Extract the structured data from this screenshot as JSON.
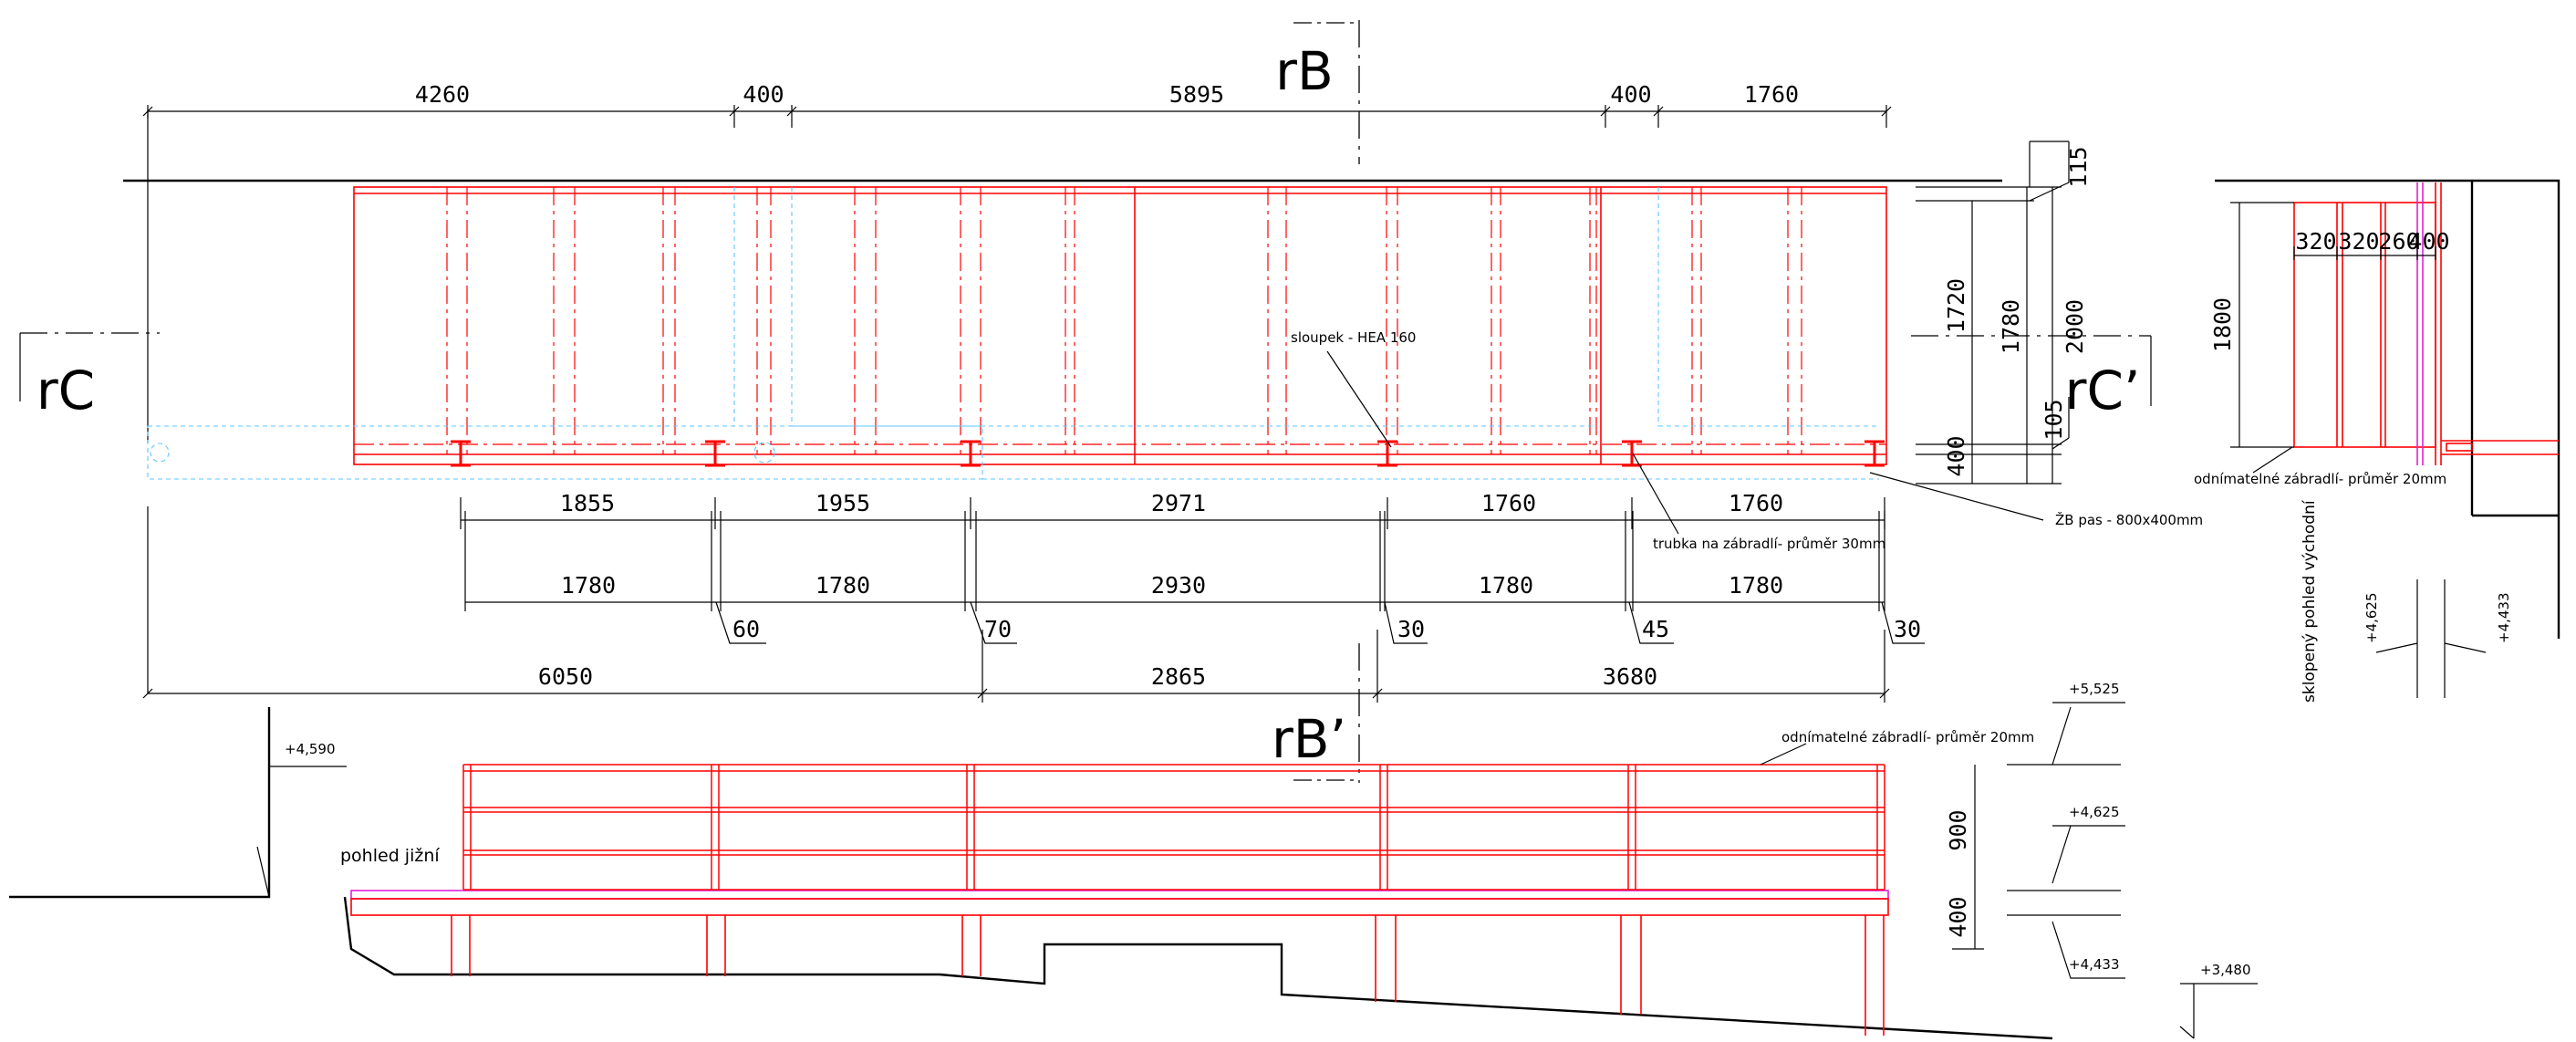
{
  "sections": {
    "b": "rB",
    "b_prime": "rB’",
    "c": "rC",
    "c_prime": "rC’"
  },
  "plan": {
    "top_dims": [
      "4260",
      "400",
      "5895",
      "400",
      "1760"
    ],
    "lower_dims_row1": [
      "1855",
      "1955",
      "2971",
      "1760",
      "1760"
    ],
    "lower_dims_row2": [
      "1780",
      "1780",
      "2930",
      "1780",
      "1780"
    ],
    "gap_dims": [
      "60",
      "70",
      "30",
      "45",
      "30"
    ],
    "bottom_dims": [
      "6050",
      "2865",
      "3680"
    ],
    "right_dims": [
      "115",
      "1720",
      "1780",
      "2000",
      "105",
      "400"
    ],
    "labels": {
      "post": "sloupek - HEA 160",
      "pipe": "trubka na zábradlí- průměr 30mm",
      "strip": "ŽB pas - 800x400mm"
    }
  },
  "south_view": {
    "title": "pohled jižní",
    "railing": "odnímatelné zábradlí- průměr 20mm",
    "elev_left": "+4,590",
    "elevations_right": [
      "+5,525",
      "+4,625",
      "+4,433"
    ],
    "dims": [
      "900",
      "400"
    ],
    "elev_bottom": "+3,480"
  },
  "east_view": {
    "title": "sklopený pohled východní",
    "railing": "odnímatelné zábradlí- průměr 20mm",
    "height": "1800",
    "widths": [
      "320",
      "320",
      "260",
      "400"
    ],
    "elevations": [
      "+4,625",
      "+4,433"
    ]
  },
  "colors": {
    "structure": "#ff0000",
    "foundation": "#5fc6ff",
    "deck": "#e020e0",
    "lines": "#000000"
  }
}
